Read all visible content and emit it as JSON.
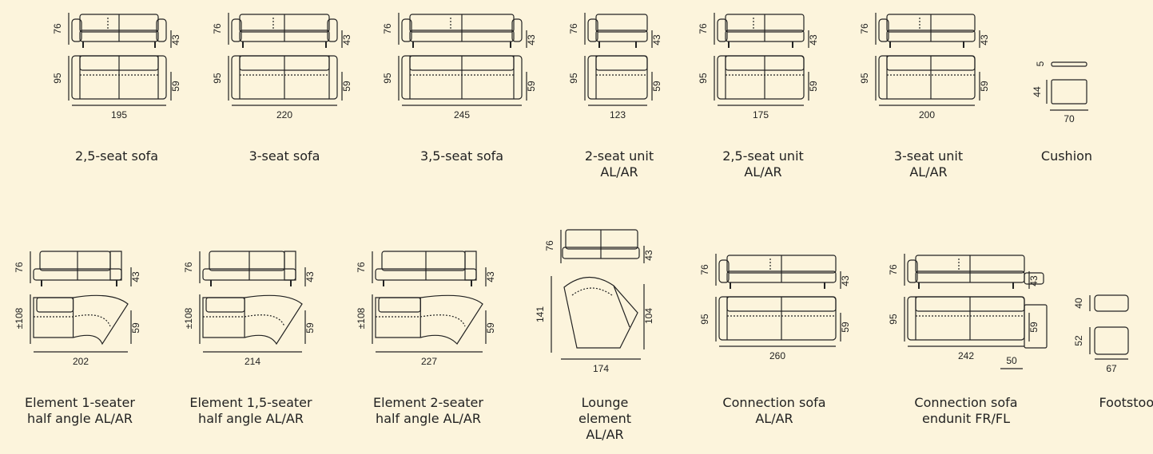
{
  "colors": {
    "background": "#fcf4dc",
    "line": "#222222"
  },
  "items": [
    {
      "name": "2,5-seat sofa",
      "front_height": "76",
      "seat_height": "43",
      "depth": "95",
      "seat_depth": "59",
      "width": "195"
    },
    {
      "name": "3-seat sofa",
      "front_height": "76",
      "seat_height": "43",
      "depth": "95",
      "seat_depth": "59",
      "width": "220"
    },
    {
      "name": "3,5-seat sofa",
      "front_height": "76",
      "seat_height": "43",
      "depth": "95",
      "seat_depth": "59",
      "width": "245"
    },
    {
      "name": "2-seat unit\nAL/AR",
      "front_height": "76",
      "seat_height": "43",
      "depth": "95",
      "seat_depth": "59",
      "width": "123"
    },
    {
      "name": "2,5-seat unit\nAL/AR",
      "front_height": "76",
      "seat_height": "43",
      "depth": "95",
      "seat_depth": "59",
      "width": "175"
    },
    {
      "name": "3-seat unit\nAL/AR",
      "front_height": "76",
      "seat_height": "43",
      "depth": "95",
      "seat_depth": "59",
      "width": "200"
    },
    {
      "name": "Cushion",
      "thickness": "5",
      "depth": "44",
      "width": "70"
    },
    {
      "name": "Element 1-seater\nhalf angle AL/AR",
      "front_height": "76",
      "seat_height": "43",
      "depth": "±108",
      "seat_depth": "59",
      "width": "202"
    },
    {
      "name": "Element 1,5-seater\nhalf angle AL/AR",
      "front_height": "76",
      "seat_height": "43",
      "depth": "±108",
      "seat_depth": "59",
      "width": "214"
    },
    {
      "name": "Element 2-seater\nhalf angle AL/AR",
      "front_height": "76",
      "seat_height": "43",
      "depth": "±108",
      "seat_depth": "59",
      "width": "227"
    },
    {
      "name": "Lounge\nelement\nAL/AR",
      "front_height": "76",
      "seat_height": "43",
      "depth": "141",
      "seat_depth": "104",
      "width": "174"
    },
    {
      "name": "Connection sofa\nAL/AR",
      "front_height": "76",
      "seat_height": "43",
      "depth": "95",
      "seat_depth": "59",
      "width": "260"
    },
    {
      "name": "Connection sofa\nendunit FR/FL",
      "front_height": "76",
      "seat_height": "43",
      "depth": "95",
      "seat_depth": "59",
      "width": "242",
      "extension": "50"
    },
    {
      "name": "Footstool",
      "height": "40",
      "seat_height": "52",
      "width": "67"
    }
  ]
}
